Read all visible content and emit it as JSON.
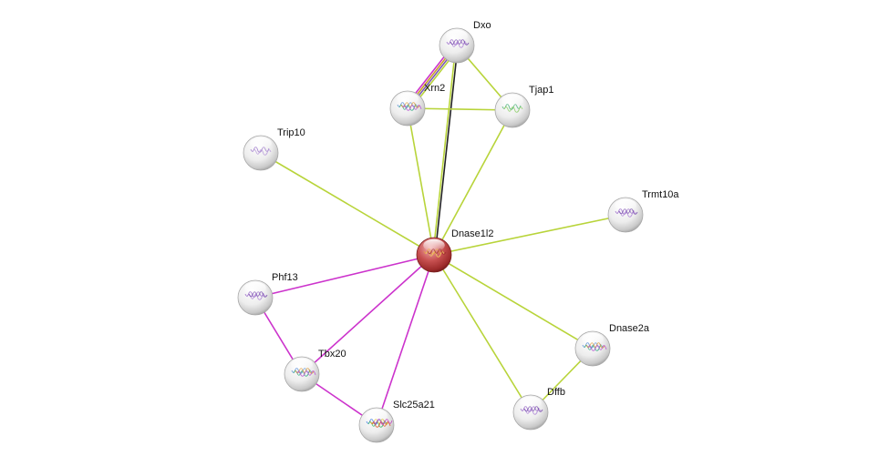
{
  "colors": {
    "background": "#ffffff",
    "edge_textmining": "#b8d43a",
    "edge_experiments": "#cc33cc",
    "edge_coexpression": "#222222",
    "edge_database": "#c9a227",
    "edge_homology": "#7a5ab8",
    "query_node": "#b83a3a",
    "node_glass": "#f0f0f0"
  },
  "nodes": [
    {
      "id": "Dxo",
      "label": "Dxo",
      "query": false,
      "structure": "purple"
    },
    {
      "id": "Xrn2",
      "label": "Xrn2",
      "query": false,
      "structure": "multi"
    },
    {
      "id": "Tjap1",
      "label": "Tjap1",
      "query": false,
      "structure": "green-small"
    },
    {
      "id": "Trip10",
      "label": "Trip10",
      "query": false,
      "structure": "purple-small"
    },
    {
      "id": "Trmt10a",
      "label": "Trmt10a",
      "query": false,
      "structure": "purple"
    },
    {
      "id": "Dnase1l2",
      "label": "Dnase1l2",
      "query": true,
      "structure": "red"
    },
    {
      "id": "Phf13",
      "label": "Phf13",
      "query": false,
      "structure": "purple"
    },
    {
      "id": "Tbx20",
      "label": "Tbx20",
      "query": false,
      "structure": "multi"
    },
    {
      "id": "Slc25a21",
      "label": "Slc25a21",
      "query": false,
      "structure": "rainbow"
    },
    {
      "id": "Dnase2a",
      "label": "Dnase2a",
      "query": false,
      "structure": "multi"
    },
    {
      "id": "Dffb",
      "label": "Dffb",
      "query": false,
      "structure": "purple"
    }
  ],
  "edges": [
    {
      "from": "Dnase1l2",
      "to": "Dxo",
      "types": [
        "textmining",
        "coexpression"
      ]
    },
    {
      "from": "Dnase1l2",
      "to": "Xrn2",
      "types": [
        "textmining"
      ]
    },
    {
      "from": "Dnase1l2",
      "to": "Tjap1",
      "types": [
        "textmining"
      ]
    },
    {
      "from": "Dnase1l2",
      "to": "Trip10",
      "types": [
        "textmining"
      ]
    },
    {
      "from": "Dnase1l2",
      "to": "Trmt10a",
      "types": [
        "textmining"
      ]
    },
    {
      "from": "Dnase1l2",
      "to": "Dnase2a",
      "types": [
        "textmining"
      ]
    },
    {
      "from": "Dnase1l2",
      "to": "Dffb",
      "types": [
        "textmining"
      ]
    },
    {
      "from": "Dnase1l2",
      "to": "Phf13",
      "types": [
        "experiments"
      ]
    },
    {
      "from": "Dnase1l2",
      "to": "Tbx20",
      "types": [
        "experiments"
      ]
    },
    {
      "from": "Dnase1l2",
      "to": "Slc25a21",
      "types": [
        "experiments"
      ]
    },
    {
      "from": "Phf13",
      "to": "Tbx20",
      "types": [
        "experiments"
      ]
    },
    {
      "from": "Tbx20",
      "to": "Slc25a21",
      "types": [
        "experiments"
      ]
    },
    {
      "from": "Xrn2",
      "to": "Dxo",
      "types": [
        "experiments",
        "database",
        "homology",
        "textmining"
      ]
    },
    {
      "from": "Xrn2",
      "to": "Tjap1",
      "types": [
        "textmining"
      ]
    },
    {
      "from": "Dxo",
      "to": "Tjap1",
      "types": [
        "textmining"
      ]
    },
    {
      "from": "Dnase2a",
      "to": "Dffb",
      "types": [
        "textmining"
      ]
    }
  ]
}
